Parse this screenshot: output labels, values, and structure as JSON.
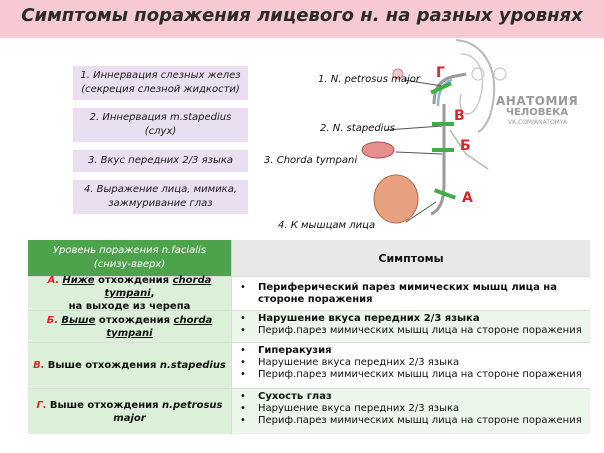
{
  "title": "Симптомы поражения лицевого н. на разных уровнях",
  "functions": [
    {
      "line1": "1. Иннервация слезных желез",
      "line2": "(секреция слезной жидкости)"
    },
    {
      "line1": "2. Иннервация m.stapedius",
      "line2": "(слух)"
    },
    {
      "line1": "3. Вкус передних 2/3 языка",
      "line2": ""
    },
    {
      "line1": "4. Выражение лица, мимика,",
      "line2": "зажмуривание глаз"
    }
  ],
  "diagram": {
    "labels": {
      "petrosus": "1. N. petrosus major",
      "stapedius": "2. N. stapedius",
      "chorda": "3. Chorda tympani",
      "muscles": "4. К мышцам лица"
    },
    "letters": {
      "g": "Г",
      "v": "В",
      "b": "Б",
      "a": "А"
    },
    "watermark": {
      "line1": "АНАТОМИЯ",
      "line2": "ЧЕЛОВЕКА",
      "line3": "VK.COM/ANATOMYA"
    },
    "colors": {
      "nerve": "#9a9a9a",
      "nerve_blue": "#8fb3e0",
      "marker": "#3fae49",
      "letter": "#d9262b"
    }
  },
  "table": {
    "header_left_line1": "Уровень поражения n.facialis",
    "header_left_line2": "(снизу-вверх)",
    "header_right": "Симптомы",
    "bullet": "•",
    "rows": [
      {
        "letter": "А.",
        "w1": "Ниже",
        "w2": " отхождения ",
        "w3": "chorda tympani",
        "w4": ",",
        "w5": "на выходе из черепа",
        "symptoms": [
          "Периферический парез мимических мышц лица на стороне поражения"
        ]
      },
      {
        "letter": "Б.",
        "w1": "Выше",
        "w2": " отхождения ",
        "w3": "chorda tympani",
        "symptoms": [
          "Нарушение вкуса передних 2/3 языка",
          "Периф.парез мимических мышц лица на стороне поражения"
        ]
      },
      {
        "letter": "В.",
        "w1": "Выше отхождения ",
        "w2": "n.stapedius",
        "symptoms": [
          "Гиперакузия",
          "Нарушение вкуса передних 2/3 языка",
          "Периф.парез мимических мышц лица на стороне поражения"
        ]
      },
      {
        "letter": "Г.",
        "w1": "Выше отхождения ",
        "w2": "n.petrosus major",
        "symptoms": [
          "Сухость глаз",
          "Нарушение вкуса передних 2/3 языка",
          "Периф.парез мимических мышц лица на стороне поражения"
        ]
      }
    ]
  }
}
